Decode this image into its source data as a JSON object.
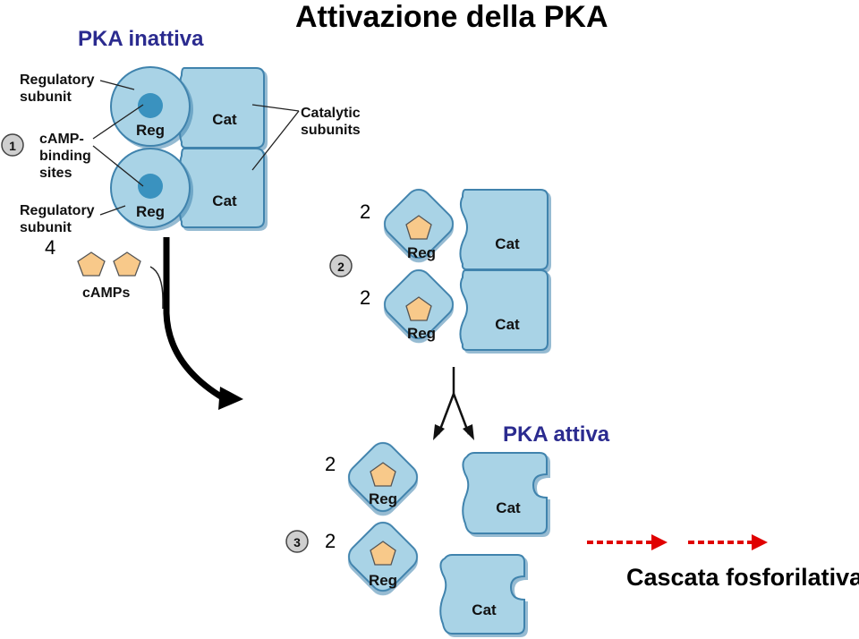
{
  "title": "Attivazione della PKA",
  "pka_inactive_label": "PKA inattiva",
  "pka_active_label": "PKA attiva",
  "cascade_label": "Cascata fosforilativa",
  "annotations": {
    "regulatory_subunit_top": "Regulatory subunit",
    "camp_binding_sites": "cAMP-binding sites",
    "regulatory_subunit_bottom": "Regulatory subunit",
    "catalytic_subunits": "Catalytic subunits",
    "camps": "cAMPs"
  },
  "subunit_labels": {
    "reg": "Reg",
    "cat": "Cat"
  },
  "steps": [
    "1",
    "2",
    "3"
  ],
  "counts": {
    "camp_total": "4",
    "step2_top": "2",
    "step2_bottom": "2",
    "step3_top": "2",
    "step3_bottom": "2"
  },
  "colors": {
    "subunit_fill": "#a9d3e6",
    "subunit_stroke": "#3f83ad",
    "binding_site": "#3a92bf",
    "camp_fill": "#f8c98a",
    "cascade_arrow": "#e00000",
    "heading_blue": "#2b2b8f"
  }
}
